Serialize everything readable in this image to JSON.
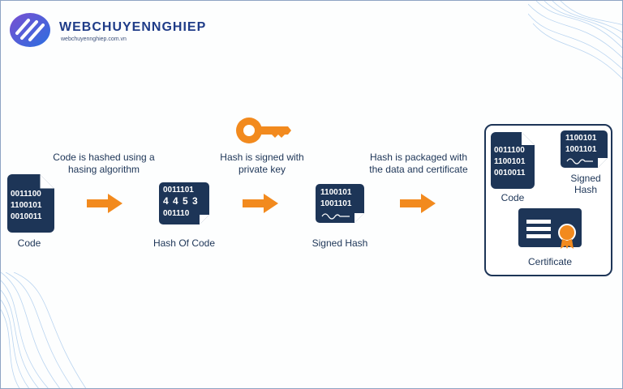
{
  "brand": {
    "name": "WEBCHUYENNGHIEP",
    "url": "webchuyennghiep.com.vn",
    "logo_icon": "brand-stripes-icon"
  },
  "colors": {
    "navy": "#1d3557",
    "orange": "#f28a1e",
    "brand_blue": "#1f3c88"
  },
  "steps": [
    {
      "id": "code",
      "label": "Code",
      "binary": "0011100\n1100101\n0010011"
    },
    {
      "id": "hash",
      "label": "Hash Of Code",
      "binary_top": "0011101",
      "digits": "4 4 5 3",
      "binary_bottom": "001110"
    },
    {
      "id": "signed",
      "label": "Signed Hash",
      "binary": "1100101\n1001101"
    }
  ],
  "transitions": [
    {
      "caption_line1": "Code is hashed using a",
      "caption_line2": "hasing algorithm"
    },
    {
      "caption_line1": "Hash is signed with",
      "caption_line2": "private key",
      "icon": "key-icon"
    },
    {
      "caption_line1": "Hash is packaged with",
      "caption_line2": "the data and certificate"
    }
  ],
  "package": {
    "code_label": "Code",
    "code_binary": "0011100\n1100101\n0010011",
    "signed_label_line1": "Signed",
    "signed_label_line2": "Hash",
    "signed_binary": "1100101\n1001101",
    "certificate_label": "Certificate"
  }
}
